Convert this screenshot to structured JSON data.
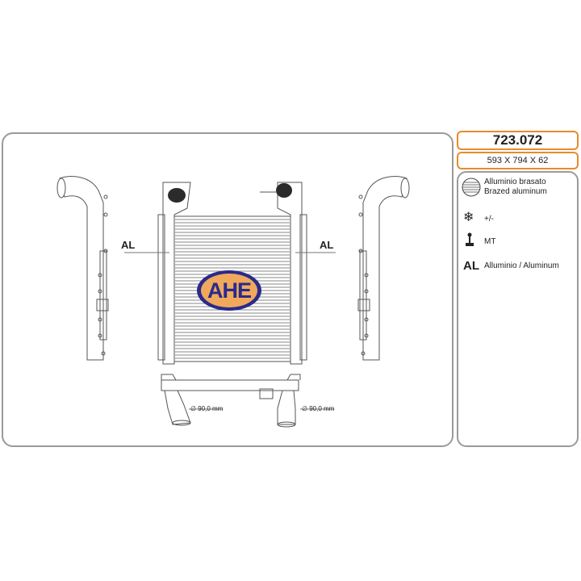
{
  "product": {
    "code": "723.072",
    "dimensions": "593 X 794 X 62"
  },
  "drawing": {
    "left_material_label": "AL",
    "right_material_label": "AL",
    "logo_text": "AHE",
    "left_pipe_diameter": "∅ 90,0 mm",
    "right_pipe_diameter": "∅ 90,0 mm"
  },
  "legend": {
    "core": {
      "icon": "brazed-core-icon",
      "line1": "Alluminio brasato",
      "line2": "Brazed aluminum"
    },
    "cooling": {
      "icon": "snowflake-icon",
      "text": "+/-"
    },
    "transmission": {
      "icon": "gear-shift-icon",
      "text": "MT"
    },
    "material": {
      "symbol": "AL",
      "text": "Alluminio  / Aluminum"
    }
  },
  "colors": {
    "accent": "#e88a2e",
    "panel_border": "#9a9a9a",
    "logo_orange": "#f0a95c",
    "logo_blue": "#2a2a8c"
  }
}
